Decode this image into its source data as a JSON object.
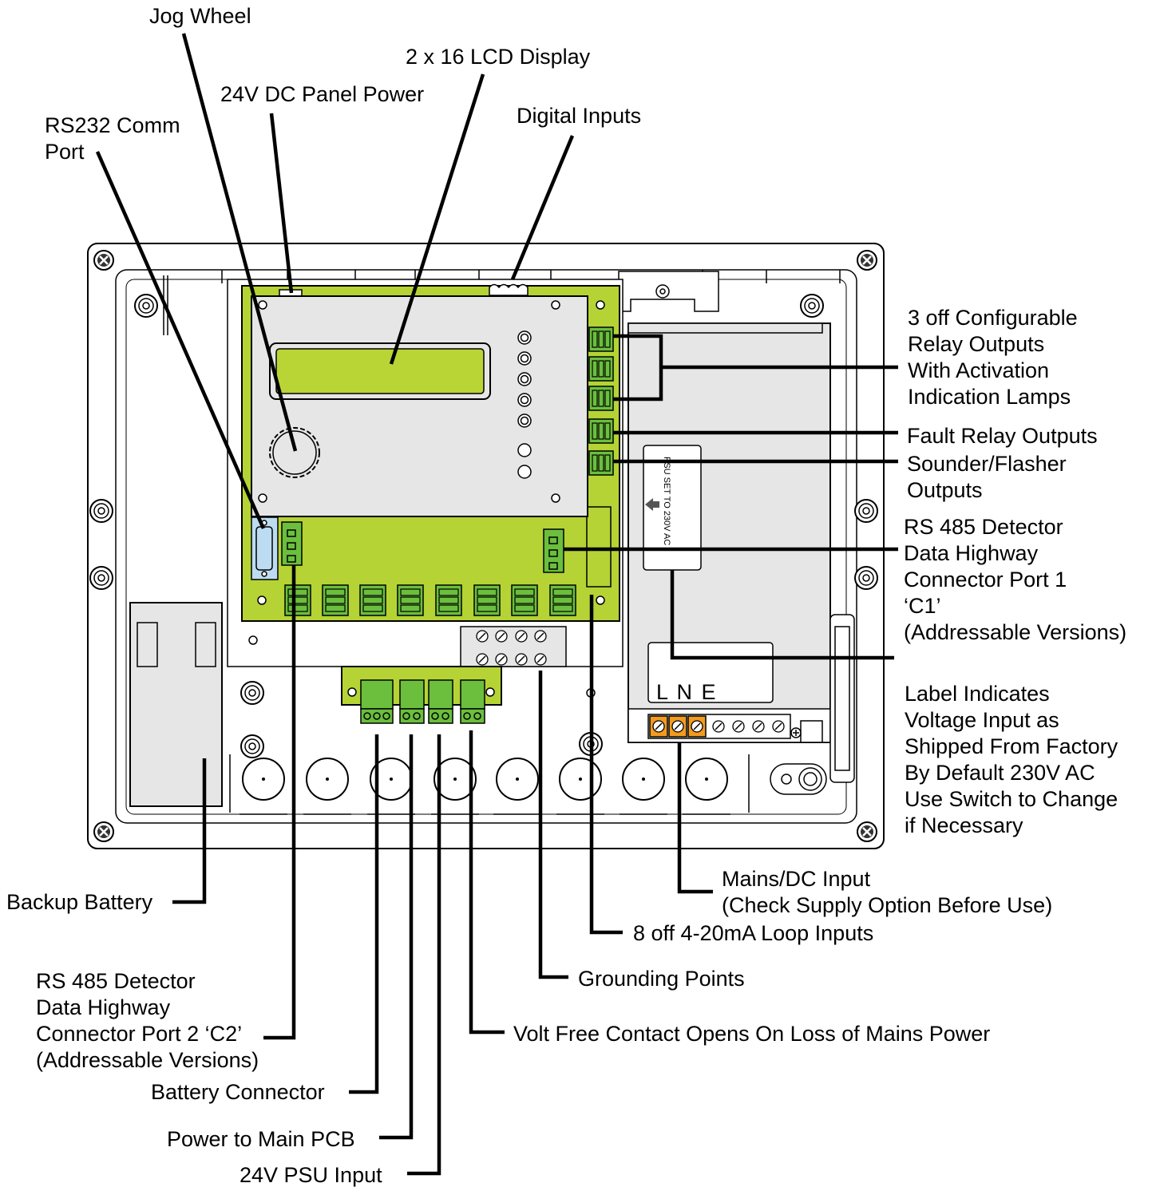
{
  "diagram": {
    "labels": {
      "jog_wheel": "Jog Wheel",
      "lcd_display": "2 x 16 LCD Display",
      "panel_power": "24V DC Panel Power",
      "digital_inputs": "Digital Inputs",
      "rs232_line1": "RS232 Comm",
      "rs232_line2": "Port",
      "relay_line1": "3 off Configurable",
      "relay_line2": "Relay Outputs",
      "relay_line3": "With Activation",
      "relay_line4": "Indication Lamps",
      "fault_relay": "Fault Relay Outputs",
      "sounder_line1": "Sounder/Flasher",
      "sounder_line2": "Outputs",
      "c1_line1": "RS 485 Detector",
      "c1_line2": "Data Highway",
      "c1_line3": "Connector Port 1",
      "c1_line4": "‘C1’",
      "c1_line5": "(Addressable Versions)",
      "label_line1": "Label Indicates",
      "label_line2": "Voltage Input as",
      "label_line3": "Shipped From Factory",
      "label_line4": "By Default 230V AC",
      "label_line5": "Use Switch to Change",
      "label_line6": "if Necessary",
      "mains_line1": "Mains/DC Input",
      "mains_line2": "(Check Supply Option Before Use)",
      "loop_inputs": "8 off 4-20mA Loop Inputs",
      "grounding": "Grounding Points",
      "volt_free": "Volt Free Contact Opens On Loss of Mains Power",
      "backup_battery": "Backup Battery",
      "c2_line1": "RS 485 Detector",
      "c2_line2": "Data Highway",
      "c2_line3": "Connector Port 2 ‘C2’",
      "c2_line4": "(Addressable Versions)",
      "battery_connector": "Battery Connector",
      "power_main_pcb": "Power to Main PCB",
      "psu_input": "24V PSU Input"
    },
    "device_text": {
      "lne": "L N E",
      "psu_label": "PSU SET TO 230V AC"
    },
    "colors": {
      "pcb_green": "#b5d334",
      "terminal_green": "#6bbf3c",
      "lcd_green": "#b8d535",
      "connector_blue": "#bcdcf2",
      "terminal_orange": "#f39b1f",
      "panel_grey": "#e6e6e6"
    }
  }
}
